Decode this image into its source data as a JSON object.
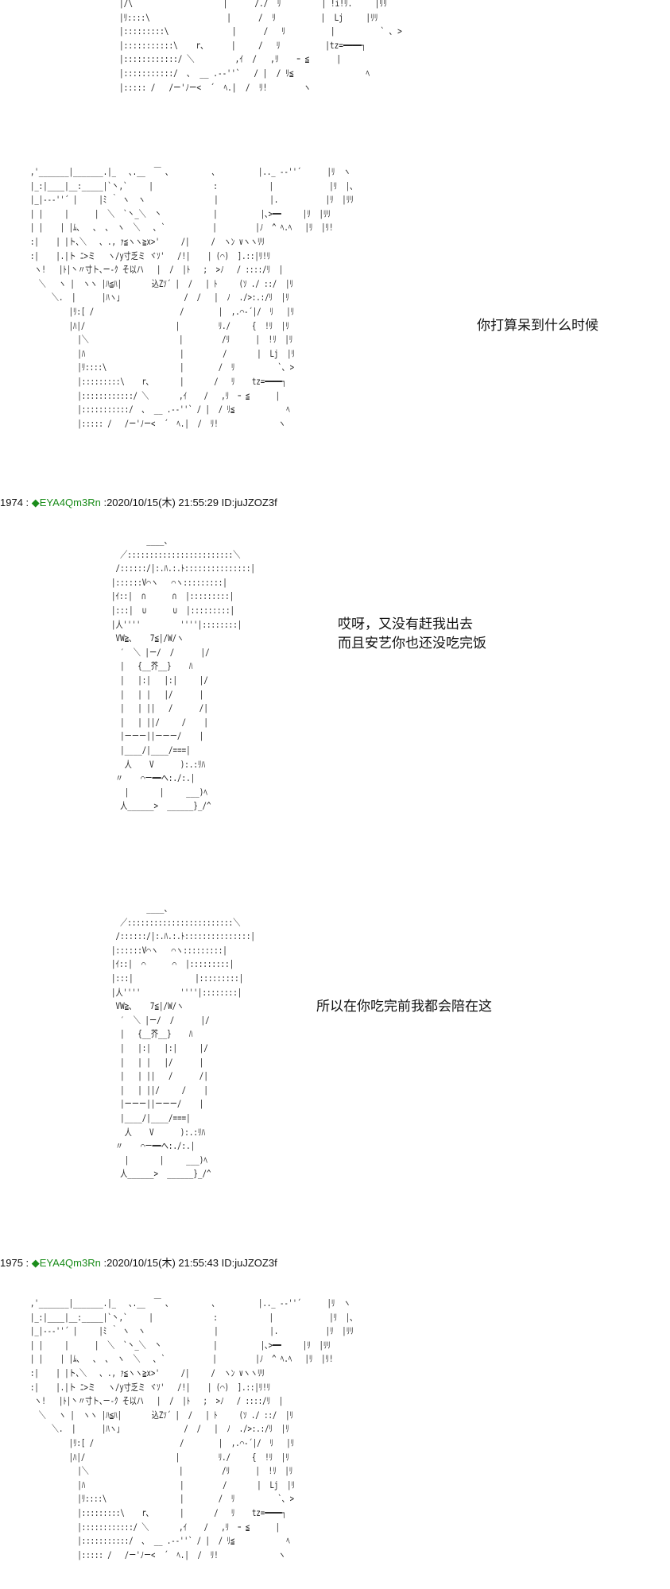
{
  "panels": {
    "top_art_fragment": "|/\\                    |      /./  ﾘ         | !i!ﾘ.     |ﾘﾘ\n|ﾘ::::\\                 |      /  ﾘ          |  Lj     |ﾘﾘ\n|:::::::::\\              |      /   ﾘ          |          ` ､ >\n|:::::::::::\\    r､      |     /   ﾘ          |tz=━━━━┐\n|::::::::::::/ ＼         ,ｲ  /   ,ﾘ    ｰ ≦      |\n|:::::::::::/  ､  __ .-‐''`   / |  / ﾘ≦                ﾍ\n|::::: /   /ー'ﾉー<  ´  ﾍ.|  /  ﾘ!        ヽ",
    "aa_large": ",'_______|_______.|_   ､.__  ￣ ､          ､          |.._ -‐''´      |ﾘ  ヽ\n|_:|____|__:_____|`丶,`     |              :            |             |ﾘ  |､\n|_|--‐''´ |     |ﾐ ｀ ヽ  ヽ                |            |.           |ﾘ  |ﾘﾘ\n| |     |      |  ＼  `丶_＼  丶            |          |､>━━     |ﾘ  |ﾘﾘ\n| |    | |ﾑ､   ､  ､  ヽ  ＼   ､ `           |         |ﾉ  ^ ﾍ.ﾍ   |ﾘ  |ﾘ!\n:|    | |ト､＼   ､ ., ｧ≦ヽヽ≧x>'     /|     /  ヽﾝ ∨ヽヽﾘﾘ\n:|    |.|ト ﾆ>ミ   ヽ/y寸乏ミ ヾｿ'   /!|    | (⌒)  ].::|ﾘ!ﾘ\n ヽ!   |ﾄ|丶〃寸ト､ー-ｸ そ以ハ   |  /  |ﾄ   ;  >ﾉ   / ::::/ﾘ  |\n  ＼   ヽ |  ヽヽ |ﾊ≦ﾊ|       込Zｿ´ |  /   | ﾄ     (ｿ ./ ::/  |ﾘ\n     ＼.  |      |ﾊヽ」              /  /   |  ﾉ  ./>:.:/ﾘ  |ﾘ\n         |ﾘ:[ /                    /        |  ,.⌒-´|/  ﾘ   |ﾘ\n         |ﾊ|/                     |         ﾘ./     {  !ﾘ  |ﾘ\n           |＼                     |         /ﾘ      |  !ﾘ  |ﾘ\n           |ﾊ                      |         /       |  Lj  |ﾘ\n           |ﾘ::::\\                 |        /  ﾘ          `､ >\n           |:::::::::\\    r､       |       /   ﾘ    tz=━━━━┐\n           |::::::::::::/ ＼       ,ｲ    /   ,ﾘ  ｰ ≦      |\n           |:::::::::::/  ､  __ .-‐''` / |  / ﾘ≦            ﾍ\n           |::::: /   /ー'ﾉー<  ´  ﾍ.|  /  ﾘ!              ヽ",
    "aa_small_a": "        ____、\n  ／::::::::::::::::::::::::＼\n /::::::/|:.ﾊ.:.ﾄ:::::::::::::::|\n|::::::V⌒ヽ   ⌒ヽ:::::::::|\n|ｲ::|  ∩      ∩  |:::::::::|\n|:::|  ∪      ∪  |:::::::::|\n|人''''         ''''|::::::::|\n VW≧､    7≦|/W/ヽ\n  ′  ＼ |ー/  /      |/\n  |   {__芥__}    ﾊ\n  |   |:|   |:|     |/\n  |   | |   |/      |\n  |   | ||   /      /|\n  |   | ||/     /    |\n  |ーーー||ーーー/    |\n  |____/|____/===|\n   人    V      ):.:ﾘﾊ\n 〃    ⌒ー━━ヘ:./:.|\n   |       |     ___)ﾍ\n  人______>  ______}_/^",
    "aa_small_b": "        ____、\n  ／::::::::::::::::::::::::＼\n /::::::/|:.ﾊ.:.ﾄ:::::::::::::::|\n|::::::V⌒ヽ   ⌒ヽ:::::::::|\n|ｲ::|  ⌒      ⌒  |:::::::::|\n|:::|              |:::::::::|\n|人''''         ''''|::::::::|\n VW≧､    7≦|/W/ヽ\n  ′  ＼ |ー/  /      |/\n  |   {__芥__}    ﾊ\n  |   |:|   |:|     |/\n  |   | |   |/      |\n  |   | ||   /      /|\n  |   | ||/     /    |\n  |ーーー||ーーー/    |\n  |____/|____/===|\n   人    V      ):.:ﾘﾊ\n 〃    ⌒ー━━ヘ:./:.|\n   |       |     ___)ﾍ\n  人______>  ______}_/^"
  },
  "dialogue": {
    "line_1": "你打算呆到什么时候",
    "line_2a": "哎呀，又没有赶我出去",
    "line_2b": "而且安艺你也还没吃完饭",
    "line_3": "所以在你吃完前我都会陪在这"
  },
  "posts": [
    {
      "number": "1974",
      "sep": " : ",
      "diamond": "◆",
      "trip": "EYA4Qm3Rn",
      "meta": " :2020/10/15(木) 21:55:29 ID:juJZOZ3f"
    },
    {
      "number": "1975",
      "sep": " : ",
      "diamond": "◆",
      "trip": "EYA4Qm3Rn",
      "meta": " :2020/10/15(木) 21:55:43 ID:juJZOZ3f"
    }
  ]
}
